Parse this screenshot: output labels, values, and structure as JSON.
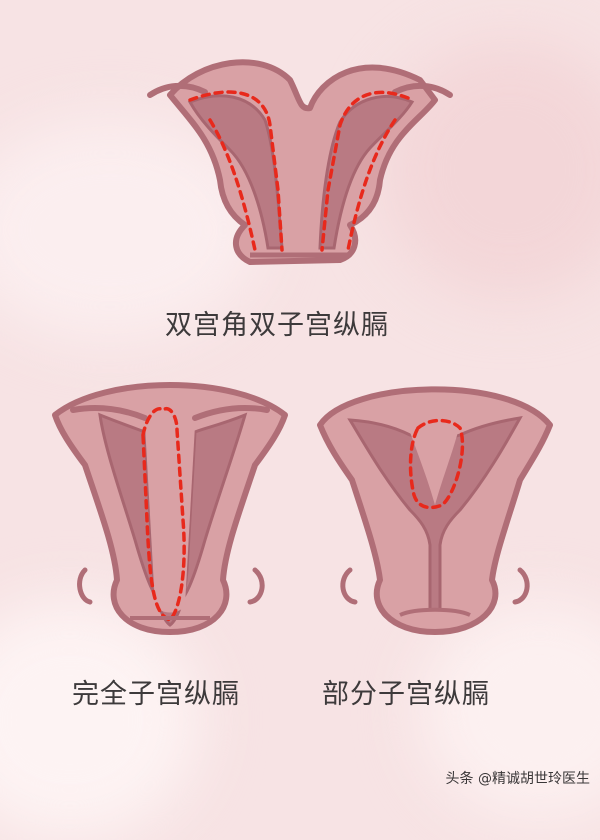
{
  "colors": {
    "background": "#f7e3e4",
    "outer_fill": "#d9a1a5",
    "outline": "#b06e77",
    "cavity_fill": "#b97a83",
    "septum_dash": "#e8291c",
    "text": "#3d3a3b"
  },
  "figures": [
    {
      "id": "bicornuate-septate",
      "caption": "双宫角双子宫纵膈",
      "icon": "uterus-bicornuate-icon"
    },
    {
      "id": "complete-septate",
      "caption": "完全子宫纵膈",
      "icon": "uterus-complete-septum-icon"
    },
    {
      "id": "partial-septate",
      "caption": "部分子宫纵膈",
      "icon": "uterus-partial-septum-icon"
    }
  ],
  "watermark": "头条 @精诚胡世玲医生"
}
